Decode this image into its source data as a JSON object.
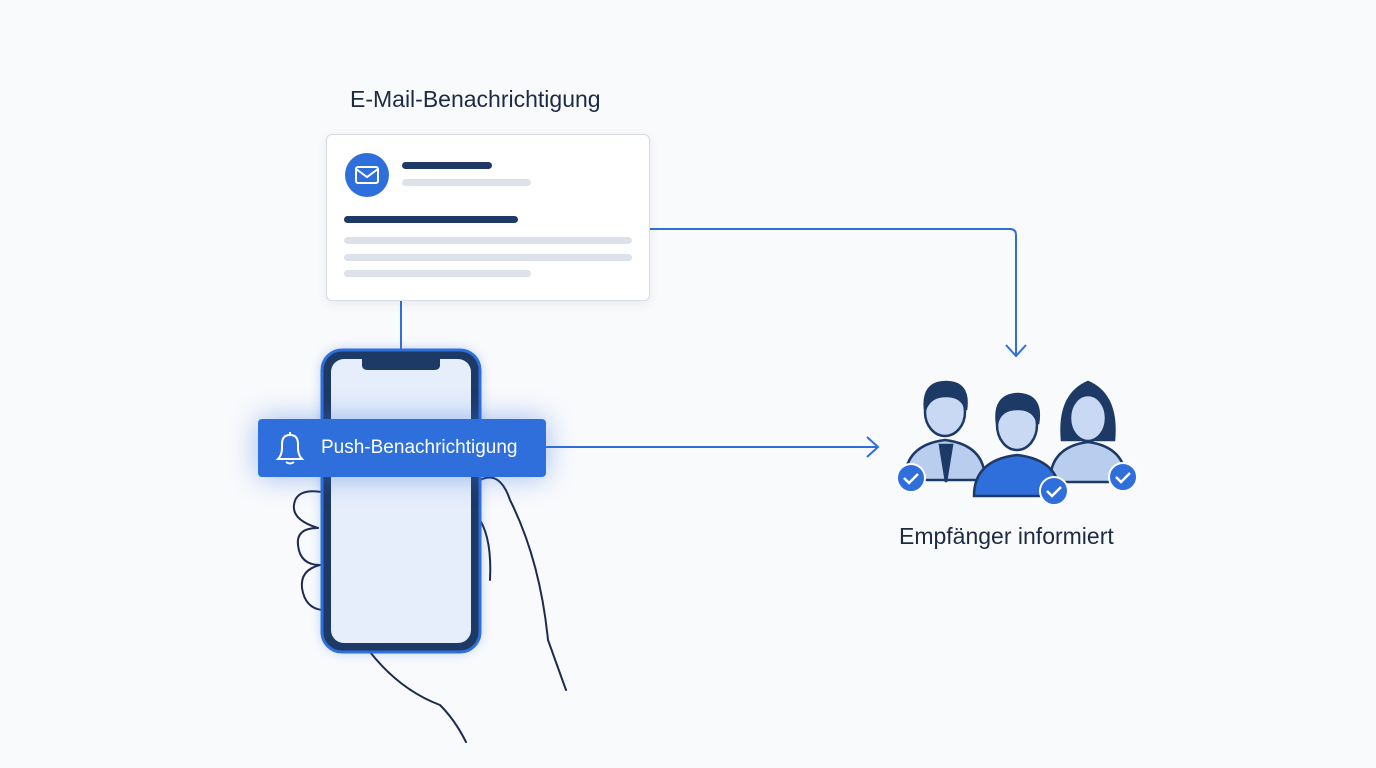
{
  "email": {
    "title": "E-Mail-Benachrichtigung",
    "icon": "envelope-icon"
  },
  "push": {
    "label": "Push-Benachrichtigung",
    "icon": "bell-icon"
  },
  "recipients": {
    "label": "Empfänger informiert",
    "count": 3,
    "status_icon": "check-icon"
  },
  "colors": {
    "accent": "#2f6fdc",
    "dark": "#1d3a66",
    "light": "#c9d9f3",
    "background": "#f9fafc"
  }
}
